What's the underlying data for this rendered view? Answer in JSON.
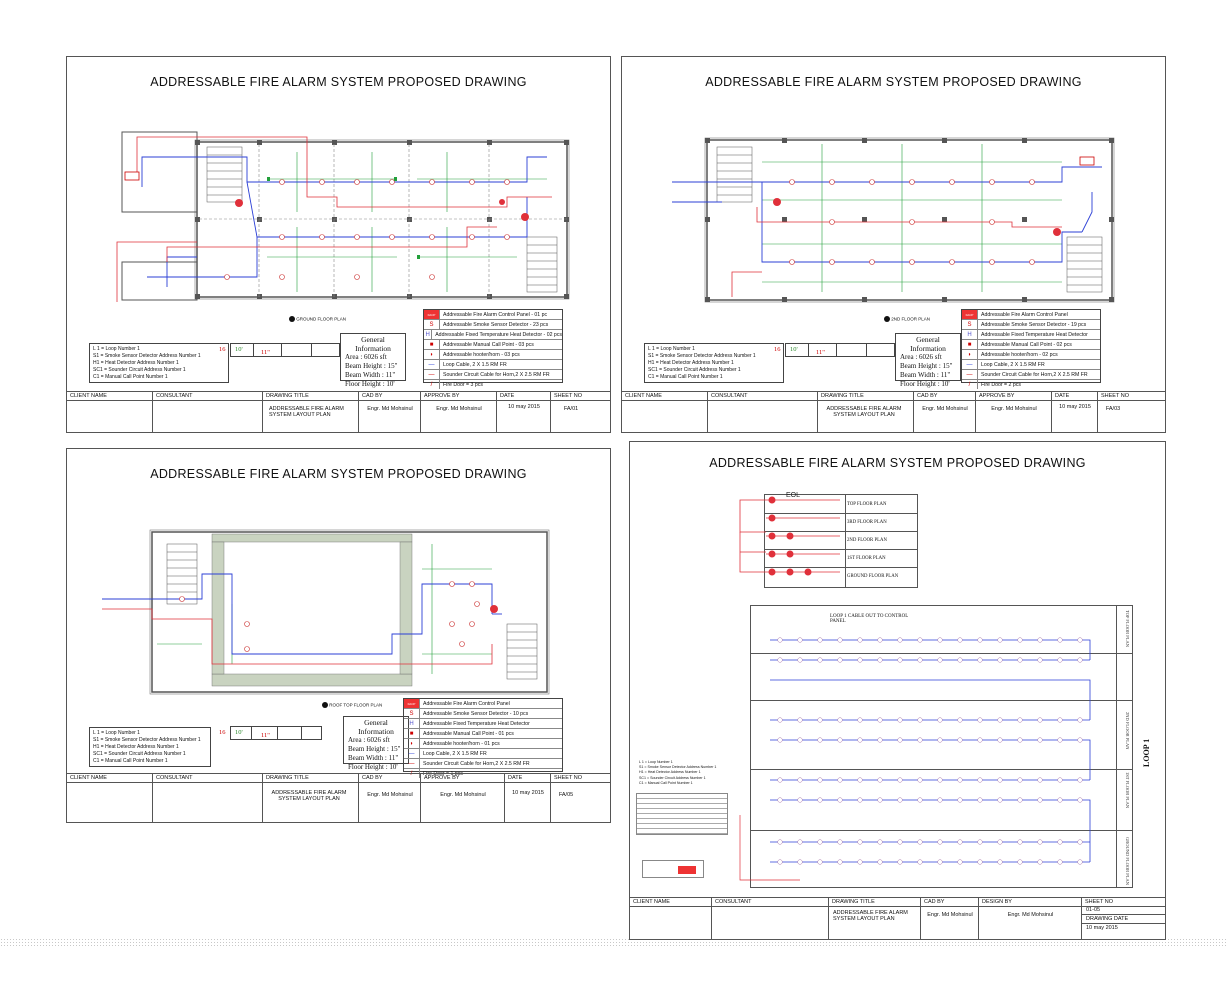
{
  "sheets": [
    {
      "title": "ADDRESSABLE FIRE ALARM  SYSTEM PROPOSED DRAWING",
      "plan_caption": "GROUND FLOOR PLAN",
      "legend_lines": [
        "L 1 = Loop Number 1",
        "S1 = Smoke Sensor Detector Address Number 1",
        "H1 = Heat  Detector Address Number 1",
        "SC1 = Sounder Circuit Address Number 1",
        "C1  = Manual Call Point Number 1"
      ],
      "info": {
        "heading": "General Information",
        "lines": [
          "Area : 6026 sft",
          "Beam Height : 15\"",
          "Beam Width : 11\"",
          "Floor Height : 10'"
        ]
      },
      "elev": {
        "a": "10'",
        "b": "11\"",
        "c": "16"
      },
      "symbols": [
        {
          "icon": "FACP",
          "text": "Addressable Fire Alarm Control Panel - 01 pc"
        },
        {
          "icon": "S",
          "text": "Addressable Smoke Sensor Detector - 23 pcs"
        },
        {
          "icon": "H",
          "text": "Addressable Fixed Temperature Heat Detector - 02 pcs"
        },
        {
          "icon": "C",
          "text": "Addressable Manual Call Point - 03 pcs"
        },
        {
          "icon": "SND",
          "text": "Addressable hooter/horn - 03 pcs"
        },
        {
          "icon": "—",
          "text": "Loop Cable, 2 X 1.5 RM FR"
        },
        {
          "icon": "—",
          "text": "Sounder Circuit Cable for Horn,2 X 2.5 RM FR"
        },
        {
          "icon": "FD",
          "text": "Fire Door = 3 pcs"
        }
      ],
      "titleblock": {
        "client": "CLIENT NAME",
        "consultant": "CONSULTANT",
        "drawing_title_h": "DRAWING  TITLE",
        "drawing_title": "ADDRESSABLE FIRE ALARM SYSTEM LAYOUT  PLAN",
        "cad_h": "CAD BY",
        "cad": "Engr. Md Mohsinul",
        "approve_h": "APPROVE BY",
        "approve": "Engr. Md Mohsinul",
        "date_h": "DATE",
        "date": "10 may 2015",
        "sheet_h": "SHEET NO",
        "sheet": "FA/01"
      }
    },
    {
      "title": "ADDRESSABLE FIRE ALARM  SYSTEM PROPOSED DRAWING",
      "plan_caption": "2ND FLOOR PLAN",
      "legend_lines": [
        "L 1 = Loop Number 1",
        "S1 = Smoke Sensor Detector Address Number 1",
        "H1 = Heat  Detector Address Number 1",
        "SC1 = Sounder Circuit Address Number 1",
        "C1  = Manual Call Point Number 1"
      ],
      "info": {
        "heading": "General Information",
        "lines": [
          "Area : 6026 sft",
          "Beam Height : 15\"",
          "Beam Width : 11\"",
          "Floor Height : 10'"
        ]
      },
      "elev": {
        "a": "10'",
        "b": "11\"",
        "c": "16"
      },
      "symbols": [
        {
          "icon": "FACP",
          "text": "Addressable Fire Alarm Control Panel"
        },
        {
          "icon": "S",
          "text": "Addressable Smoke Sensor Detector - 19 pcs"
        },
        {
          "icon": "H",
          "text": "Addressable Fixed Temperature Heat Detector"
        },
        {
          "icon": "C",
          "text": "Addressable Manual Call Point - 02 pcs"
        },
        {
          "icon": "SND",
          "text": "Addressable hooter/horn - 02 pcs"
        },
        {
          "icon": "—",
          "text": "Loop Cable, 2 X 1.5 RM FR"
        },
        {
          "icon": "—",
          "text": "Sounder Circuit Cable for Horn,2 X 2.5 RM FR"
        },
        {
          "icon": "FD",
          "text": "Fire Door = 2 pcs"
        }
      ],
      "titleblock": {
        "client": "CLIENT NAME",
        "consultant": "CONSULTANT",
        "drawing_title_h": "DRAWING  TITLE",
        "drawing_title": "ADDRESSABLE FIRE ALARM SYSTEM LAYOUT  PLAN",
        "cad_h": "CAD BY",
        "cad": "Engr. Md Mohsinul",
        "approve_h": "APPROVE BY",
        "approve": "Engr. Md Mohsinul",
        "date_h": "DATE",
        "date": "10 may 2015",
        "sheet_h": "SHEET NO",
        "sheet": "FA/03"
      }
    },
    {
      "title": "ADDRESSABLE FIRE ALARM  SYSTEM PROPOSED DRAWING",
      "plan_caption": "ROOF TOP FLOOR PLAN",
      "legend_lines": [
        "L 1 = Loop Number 1",
        "S1 = Smoke Sensor Detector Address Number 1",
        "H1 = Heat  Detector Address Number 1",
        "SC1 = Sounder Circuit Address Number 1",
        "C1  = Manual Call Point Number 1"
      ],
      "info": {
        "heading": "General Information",
        "lines": [
          "Area : 6026 sft",
          "Beam Height : 15\"",
          "Beam Width : 11\"",
          "Floor Height : 10'"
        ]
      },
      "elev": {
        "a": "10'",
        "b": "11\"",
        "c": "16"
      },
      "symbols": [
        {
          "icon": "FACP",
          "text": "Addressable Fire Alarm Control Panel"
        },
        {
          "icon": "S",
          "text": "Addressable Smoke Sensor Detector - 10 pcs"
        },
        {
          "icon": "H",
          "text": "Addressable Fixed Temperature Heat Detector"
        },
        {
          "icon": "C",
          "text": "Addressable Manual Call Point - 01 pcs"
        },
        {
          "icon": "SND",
          "text": "Addressable hooter/horn - 01 pcs"
        },
        {
          "icon": "—",
          "text": "Loop Cable, 2 X 1.5 RM FR"
        },
        {
          "icon": "—",
          "text": "Sounder Circuit Cable for Horn,2 X 2.5 RM FR"
        },
        {
          "icon": "FD",
          "text": "Fire Door = 1 pcs"
        }
      ],
      "titleblock": {
        "client": "CLIENT NAME",
        "consultant": "CONSULTANT",
        "drawing_title_h": "DRAWING  TITLE",
        "drawing_title": "ADDRESSABLE FIRE ALARM SYSTEM LAYOUT  PLAN",
        "cad_h": "CAD BY",
        "cad": "Engr. Md Mohsinul",
        "approve_h": "APPROVE BY",
        "approve": "Engr. Md Mohsinul",
        "date_h": "DATE",
        "date": "10 may 2015",
        "sheet_h": "SHEET NO",
        "sheet": "FA/05"
      }
    }
  ],
  "riser": {
    "title": "ADDRESSABLE FIRE ALARM  SYSTEM PROPOSED DRAWING",
    "eol": "EOL",
    "floors": [
      "TOP FLOOR PLAN",
      "3RD FLOOR PLAN",
      "2ND FLOOR PLAN",
      "1ST FLOOR PLAN",
      "GROUND FLOOR PLAN"
    ],
    "loop_cable_out": "LOOP 1 CABLE OUT TO CONTROL PANEL",
    "loop_label": "LOOP 1",
    "legend_lines": [
      "L 1 = Loop Number 1",
      "S1 = Smoke Sensor Detector Address Number 1",
      "H1 = Heat  Detector Address Number 1",
      "SC1 = Sounder Circuit Address Number 1",
      "C1  = Manual Call Point Number 1"
    ],
    "titleblock": {
      "client": "CLIENT NAME",
      "consultant": "CONSULTANT",
      "drawing_title_h": "DRAWING  TITLE",
      "drawing_title": "ADDRESSABLE FIRE ALARM SYSTEM LAYOUT  PLAN",
      "cad_h": "CAD BY",
      "cad": "Engr. Md Mohsinul",
      "design_h": "DESIGN BY",
      "design": "Engr. Md Mohsinul",
      "sheet_h": "SHEET NO",
      "sheet": "01-05",
      "date_h": "DRAWING DATE",
      "date": "10 may 2015"
    }
  },
  "colors": {
    "loop": "#2b3fd6",
    "sounder": "#e0303a",
    "dim": "#22a03a",
    "wall": "#555555",
    "device": "#d22"
  }
}
